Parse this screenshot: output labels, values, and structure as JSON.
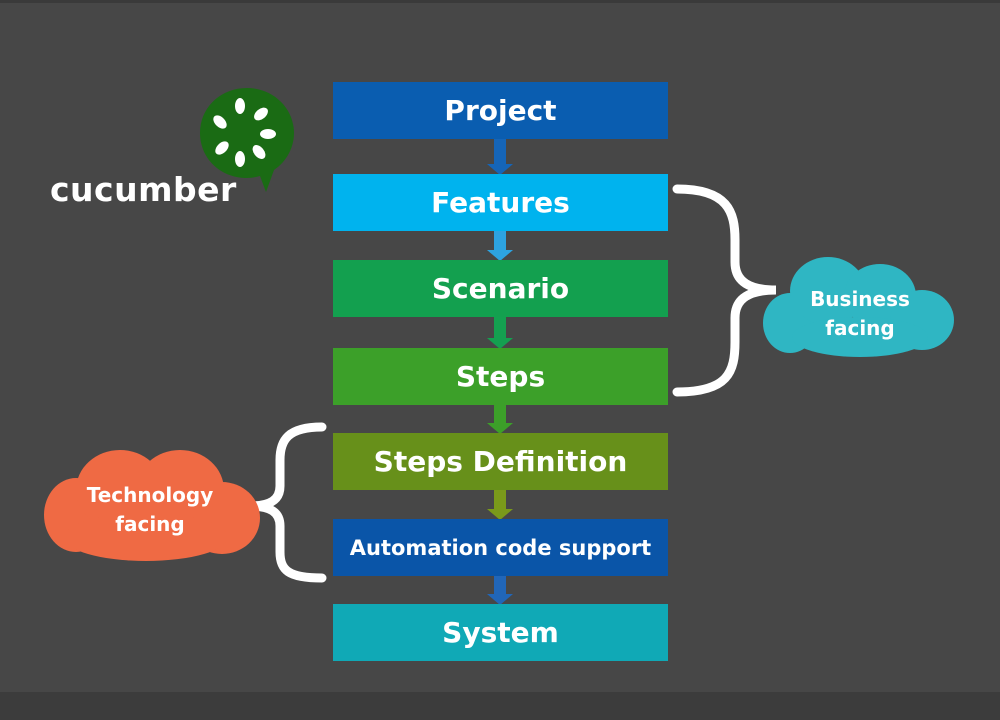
{
  "logo": {
    "wordmark": "cucumber",
    "icon": "cucumber-logo-icon",
    "color": "#1a6b14"
  },
  "layers": [
    {
      "label": "Project",
      "color": "#0a5db0"
    },
    {
      "label": "Features",
      "color": "#00b3ee"
    },
    {
      "label": "Scenario",
      "color": "#13a04f"
    },
    {
      "label": "Steps",
      "color": "#3ca029"
    },
    {
      "label": "Steps Definition",
      "color": "#67901a"
    },
    {
      "label": "Automation code support",
      "color": "#0a55a8"
    },
    {
      "label": "System",
      "color": "#10a9b6"
    }
  ],
  "arrow_colors": [
    "#1565b8",
    "#2da3e0",
    "#14a050",
    "#3ca029",
    "#7a9a1a",
    "#2166b8"
  ],
  "groups": {
    "business": {
      "line1": "Business",
      "line2": "facing",
      "color": "#2fb6c3"
    },
    "technology": {
      "line1": "Technology",
      "line2": "facing",
      "color": "#ef6a44"
    }
  }
}
